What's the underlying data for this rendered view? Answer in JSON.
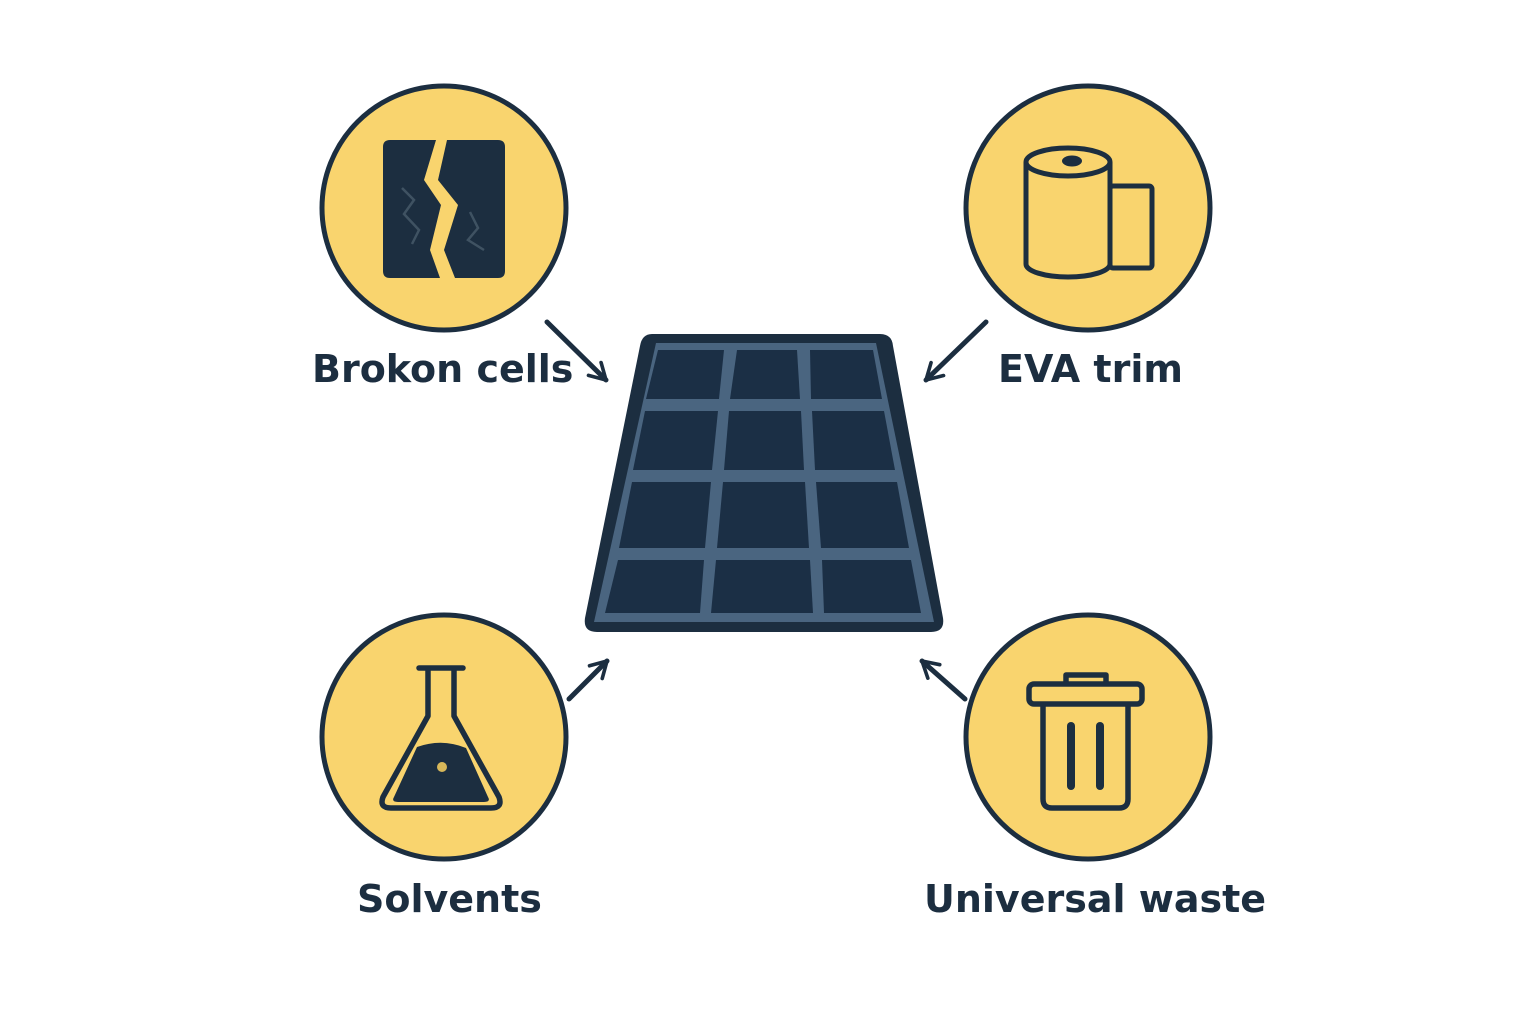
{
  "colors": {
    "navy": "#1c2e40",
    "accent_yellow": "#f9d46e",
    "panel_frame": "#4a6580",
    "panel_cell": "#1b2f45",
    "background": "#ffffff"
  },
  "center": {
    "icon": "solar-panel-icon",
    "grid": {
      "rows": 4,
      "columns": 3
    }
  },
  "items": [
    {
      "id": "broken-cells",
      "label": "Brokon cells",
      "icon": "cracked-cell-icon"
    },
    {
      "id": "eva-trim",
      "label": "EVA trim",
      "icon": "film-roll-icon"
    },
    {
      "id": "solvents",
      "label": "Solvents",
      "icon": "flask-icon"
    },
    {
      "id": "universal-waste",
      "label": "Universal waste",
      "icon": "trash-can-icon"
    }
  ]
}
